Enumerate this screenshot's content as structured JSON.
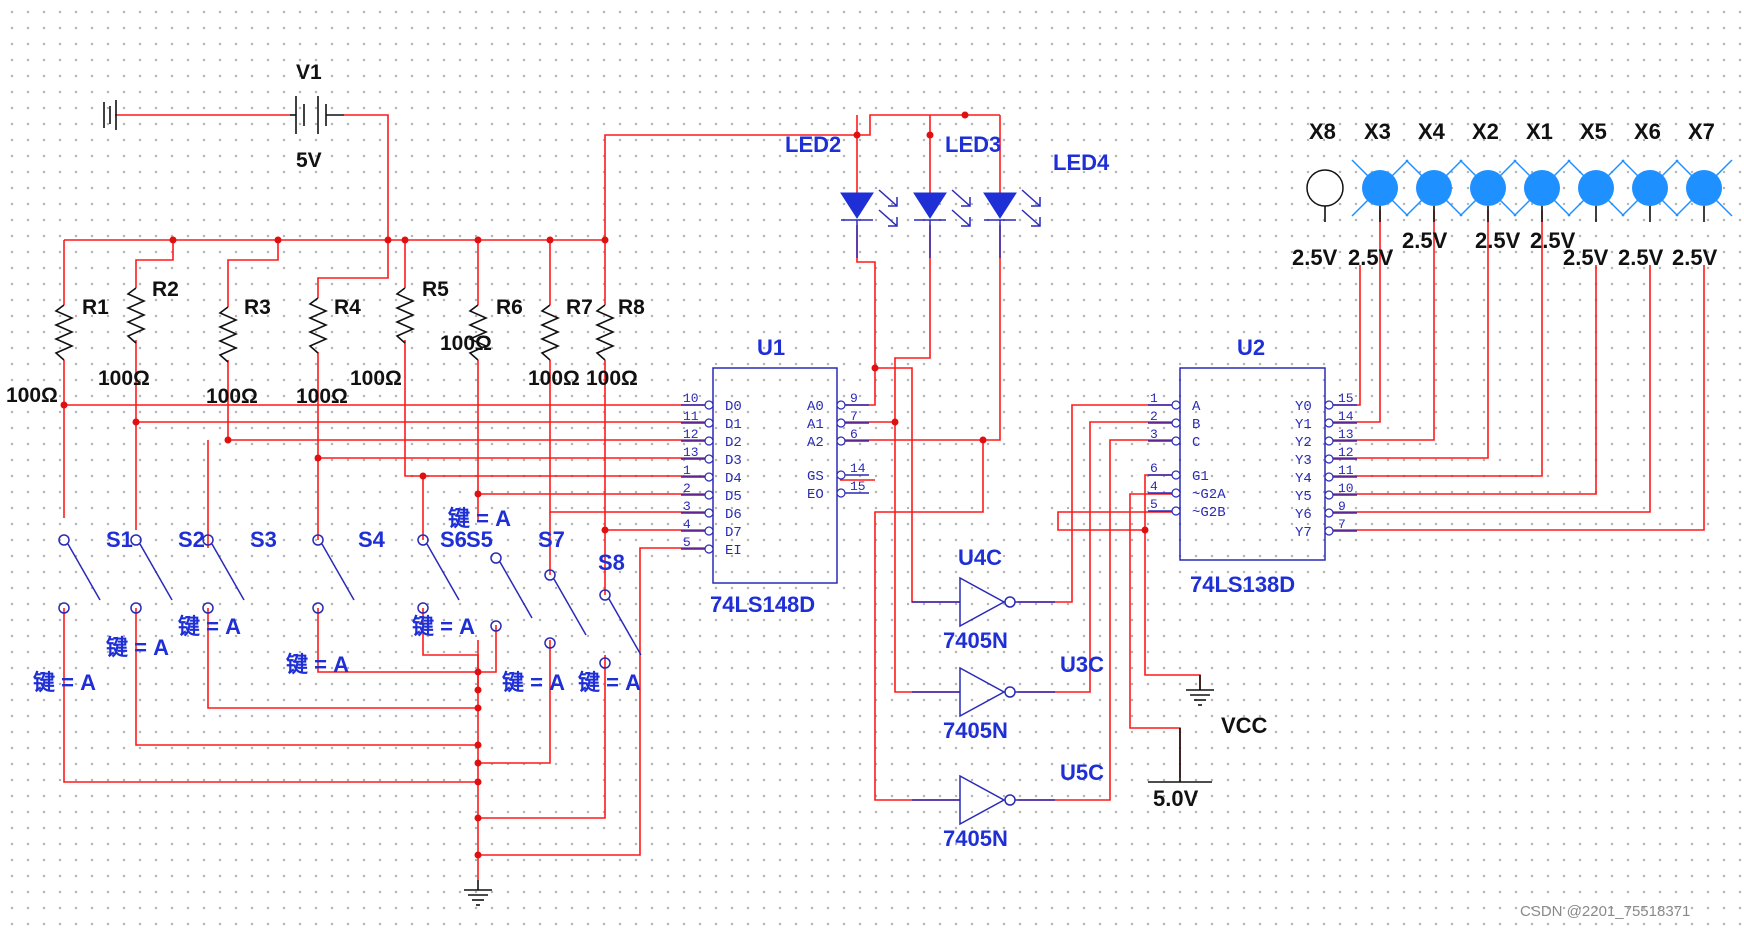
{
  "power": {
    "name": "V1",
    "value": "5V"
  },
  "resistors": [
    {
      "name": "R1",
      "value": "100Ω"
    },
    {
      "name": "R2",
      "value": "100Ω"
    },
    {
      "name": "R3",
      "value": "100Ω"
    },
    {
      "name": "R4",
      "value": "100Ω"
    },
    {
      "name": "R5",
      "value": "100Ω"
    },
    {
      "name": "R6",
      "value": "100Ω"
    },
    {
      "name": "R7",
      "value": "100Ω"
    },
    {
      "name": "R8",
      "value": "100Ω"
    }
  ],
  "switches": [
    "S1",
    "S2",
    "S3",
    "S4",
    "S6",
    "S5",
    "S7",
    "S8"
  ],
  "switch_key": "键 = A",
  "leds": [
    "LED2",
    "LED3",
    "LED4"
  ],
  "u1": {
    "name": "U1",
    "part": "74LS148D",
    "left_pins": [
      {
        "num": "10",
        "label": "D0"
      },
      {
        "num": "11",
        "label": "D1"
      },
      {
        "num": "12",
        "label": "D2"
      },
      {
        "num": "13",
        "label": "D3"
      },
      {
        "num": "1",
        "label": "D4"
      },
      {
        "num": "2",
        "label": "D5"
      },
      {
        "num": "3",
        "label": "D6"
      },
      {
        "num": "4",
        "label": "D7"
      },
      {
        "num": "5",
        "label": "EI"
      }
    ],
    "right_pins": [
      {
        "num": "9",
        "label": "A0"
      },
      {
        "num": "7",
        "label": "A1"
      },
      {
        "num": "6",
        "label": "A2"
      },
      {
        "num": "14",
        "label": "GS"
      },
      {
        "num": "15",
        "label": "EO"
      }
    ]
  },
  "u2": {
    "name": "U2",
    "part": "74LS138D",
    "left_pins": [
      {
        "num": "1",
        "label": "A"
      },
      {
        "num": "2",
        "label": "B"
      },
      {
        "num": "3",
        "label": "C"
      },
      {
        "num": "6",
        "label": "G1"
      },
      {
        "num": "4",
        "label": "~G2A"
      },
      {
        "num": "5",
        "label": "~G2B"
      }
    ],
    "right_pins": [
      {
        "num": "15",
        "label": "Y0"
      },
      {
        "num": "14",
        "label": "Y1"
      },
      {
        "num": "13",
        "label": "Y2"
      },
      {
        "num": "12",
        "label": "Y3"
      },
      {
        "num": "11",
        "label": "Y4"
      },
      {
        "num": "10",
        "label": "Y5"
      },
      {
        "num": "9",
        "label": "Y6"
      },
      {
        "num": "7",
        "label": "Y7"
      }
    ]
  },
  "inverters": [
    {
      "name": "U4C",
      "part": "7405N"
    },
    {
      "name": "U3C",
      "part": "7405N"
    },
    {
      "name": "U5C",
      "part": "7405N"
    }
  ],
  "probes": [
    {
      "name": "X8",
      "voltage": "2.5V",
      "lit": false
    },
    {
      "name": "X3",
      "voltage": "2.5V",
      "lit": true
    },
    {
      "name": "X4",
      "voltage": "2.5V",
      "lit": true
    },
    {
      "name": "X2",
      "voltage": "2.5V",
      "lit": true
    },
    {
      "name": "X1",
      "voltage": "2.5V",
      "lit": true
    },
    {
      "name": "X5",
      "voltage": "2.5V",
      "lit": true
    },
    {
      "name": "X6",
      "voltage": "2.5V",
      "lit": true
    },
    {
      "name": "X7",
      "voltage": "2.5V",
      "lit": true
    }
  ],
  "vcc": {
    "name": "VCC",
    "value": "5.0V"
  },
  "watermark": "CSDN @2201_75518371",
  "colors": {
    "wire": "#ff1a1a",
    "component": "#2a2ab8",
    "label": "#1f2fd6",
    "probe_lit": "#1e90ff"
  }
}
